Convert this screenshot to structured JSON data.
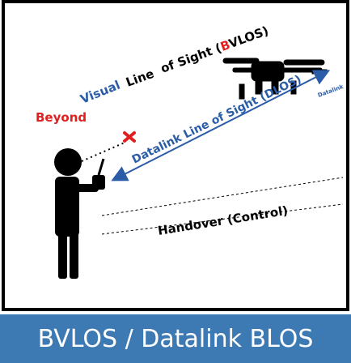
{
  "diagram": {
    "labels": {
      "bvlos_beyond": "Beyond",
      "bvlos_visual": "Visual",
      "bvlos_line": "Line",
      "bvlos_of_sight": "of Sight (",
      "bvlos_b": "B",
      "bvlos_vlos": "VLOS)",
      "dlos": "Datalink Line of Sight (DLOS)",
      "datalink_partial": "Datalink",
      "handover": "Handover (Control)"
    },
    "colors": {
      "beyond_red": "#e02020",
      "visual_blue": "#2a5ca8",
      "datalink_blue": "#3d7fc4",
      "marker_red": "#e02020",
      "outline": "#000000"
    },
    "icons": [
      "drone-icon",
      "operator-icon",
      "lost-link-x-icon"
    ]
  },
  "banner": {
    "title": "BVLOS / Datalink BLOS",
    "background": "#3d79b3"
  }
}
